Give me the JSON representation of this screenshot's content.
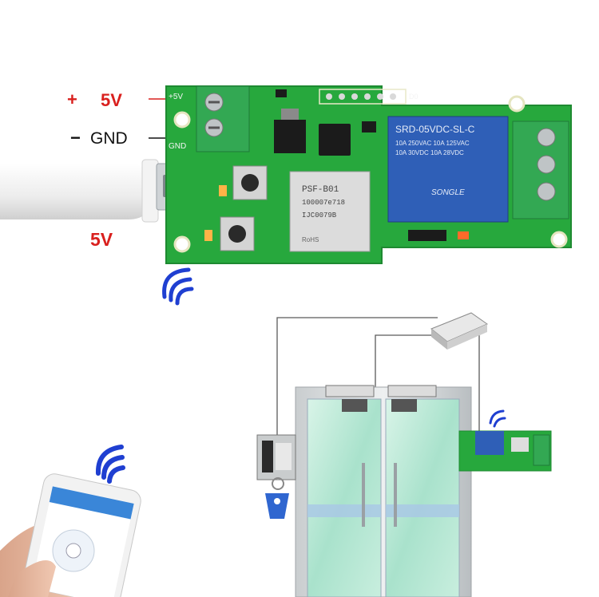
{
  "labels": {
    "plus": "+",
    "v5_top": "5V",
    "minus": "−",
    "gnd": "GND",
    "v5_usb": "5V"
  },
  "board": {
    "silk_plus": "+5V",
    "silk_gnd": "GND",
    "relay_model": "SRD-05VDC-SL-C",
    "relay_rating_1": "10A 250VAC  10A 125VAC",
    "relay_rating_2": "10A 30VDC  10A 28VDC",
    "relay_brand": "SONGLE",
    "module_name": "PSF-B01",
    "module_id": "100007e718",
    "module_code": "IJC0079B",
    "module_sub": "RoHS",
    "header_mark": "D0"
  },
  "colors": {
    "label_red": "#d9201e",
    "pcb_green": "#27a83d",
    "terminal_green": "#33a853",
    "relay_blue": "#2f5fb7",
    "wifi_blue": "#1f3fd1"
  }
}
